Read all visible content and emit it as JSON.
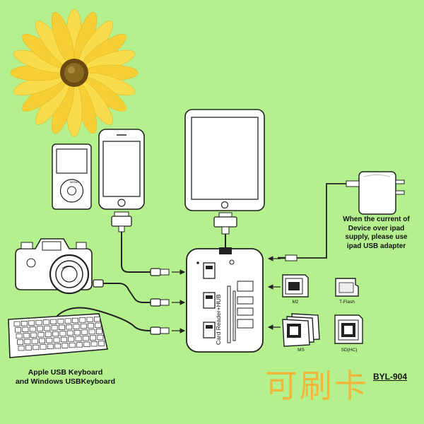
{
  "note": {
    "lines": [
      "When the current of",
      "Device over ipad",
      "supply, please use",
      "ipad USB adapter"
    ]
  },
  "keyboard_caption": {
    "lines": [
      "Apple USB Keyboard",
      "and Windows USBKeyboard"
    ]
  },
  "hub_label": "Card Reader+HUB",
  "cards": {
    "m2": "M2",
    "tflash": "T-Flash",
    "ms": "MS",
    "sd": "SD(HC)"
  },
  "chinese_text": "可刷卡",
  "model": "BYL-904",
  "colors": {
    "background": "#b5f08e",
    "petal": "#f7d53c",
    "flower_center": "#7a5a1a",
    "watermark": "#f2b73a"
  },
  "icons": [
    "flower-icon",
    "ipod-icon",
    "iphone-icon",
    "ipad-icon",
    "power-adapter-icon",
    "camera-icon",
    "keyboard-icon",
    "hub-icon",
    "m2-card-icon",
    "tflash-card-icon",
    "ms-card-icon",
    "sd-card-icon"
  ]
}
